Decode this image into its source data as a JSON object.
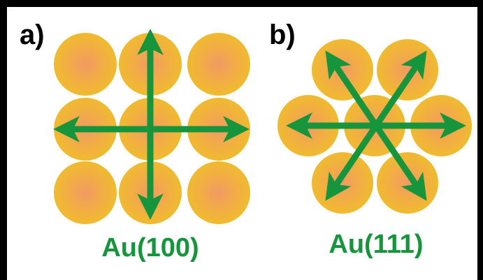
{
  "panels": [
    {
      "label": "a)",
      "caption": "Au(100)",
      "lattice": "square"
    },
    {
      "label": "b)",
      "caption": "Au(111)",
      "lattice": "hexagonal"
    }
  ],
  "colors": {
    "atom_outer": "#f0b733",
    "atom_inner": "#f4a25a",
    "arrow": "#16953c",
    "frame": "#000000"
  }
}
